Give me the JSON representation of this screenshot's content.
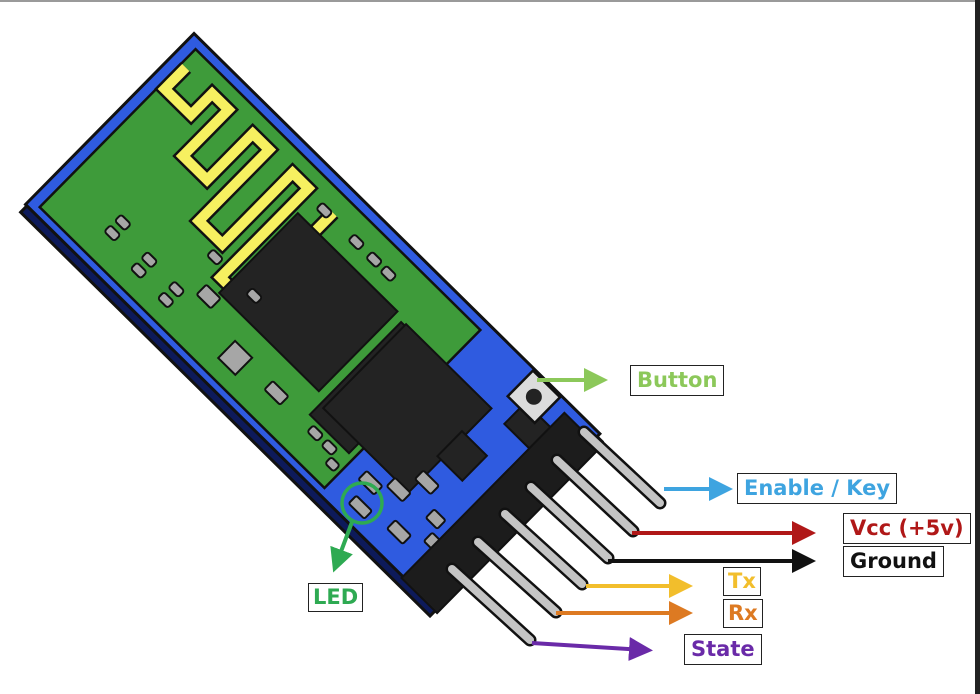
{
  "title": "HC-05 Bluetooth Module Pinout",
  "colors": {
    "board_blue": "#2f5be0",
    "pcb_green": "#3e9b3a",
    "antenna_yellow": "#f6f060",
    "chip_black": "#232323",
    "component_gray": "#a6a6a6",
    "pin_gray": "#c4c4c4",
    "outline": "#111111"
  },
  "labels": {
    "button": {
      "text": "Button",
      "color": "#8cc85a"
    },
    "enable_key": {
      "text": "Enable / Key",
      "color": "#3ea4e0"
    },
    "vcc": {
      "text": "Vcc (+5v)",
      "color": "#b01818"
    },
    "ground": {
      "text": "Ground",
      "color": "#111111"
    },
    "tx": {
      "text": "Tx",
      "color": "#f2be2c"
    },
    "rx": {
      "text": "Rx",
      "color": "#dd7a22"
    },
    "state": {
      "text": "State",
      "color": "#6a2aa8"
    },
    "led": {
      "text": "LED",
      "color": "#2eaa52"
    }
  },
  "pins": [
    "Enable / Key",
    "Vcc (+5v)",
    "Ground",
    "Tx",
    "Rx",
    "State"
  ]
}
